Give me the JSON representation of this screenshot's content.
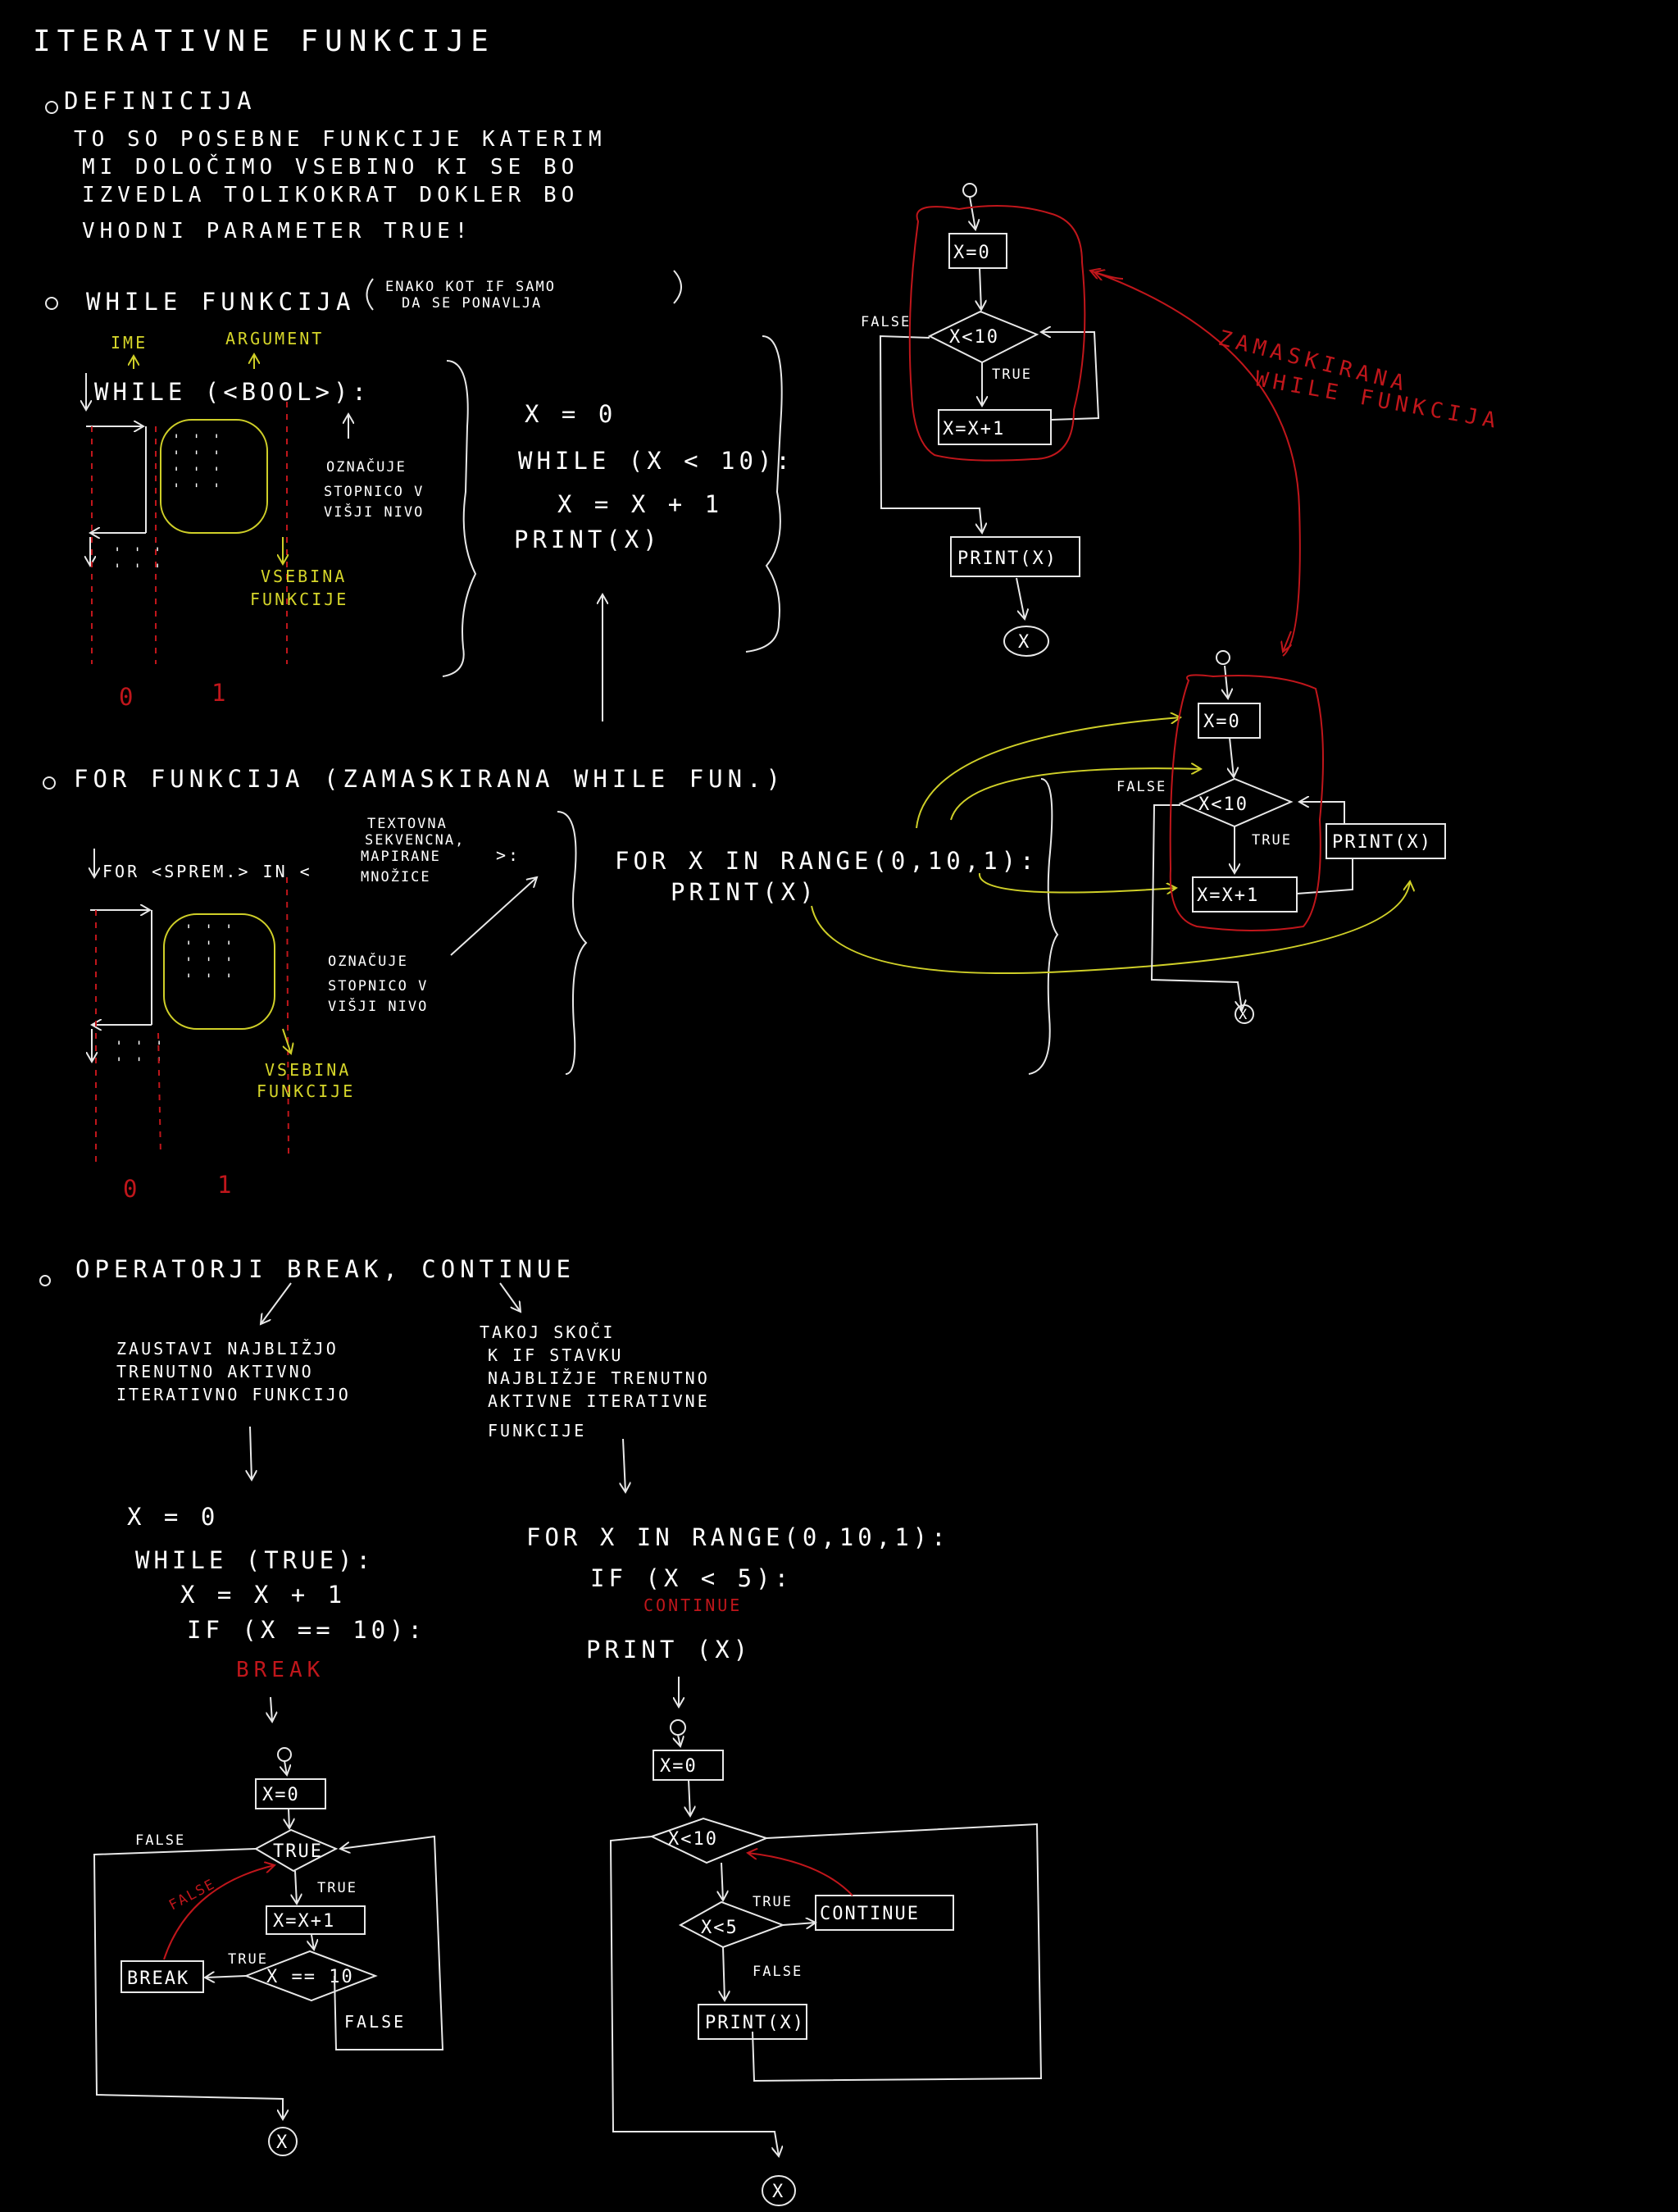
{
  "title": "ITERATIVNE FUNKCIJE",
  "definition": {
    "heading": "DEFINICIJA",
    "lines": [
      "TO SO POSEBNE FUNKCIJE KATERIM",
      "MI DOLOČIMO VSEBINO KI SE BO",
      "IZVEDLA TOLIKOKRAT DOKLER BO",
      "VHODNI PARAMETER TRUE!"
    ]
  },
  "while_section": {
    "heading": "WHILE FUNKCIJA",
    "note_line1": "ENAKO KOT IF SAMO",
    "note_line2": "DA SE PONAVLJA",
    "label_ime": "IME",
    "label_argument": "ARGUMENT",
    "syntax": "WHILE (<BOOL>):",
    "indent_line1": "OZNAČUJE",
    "indent_line2": "STOPNICO V",
    "indent_line3": "VIŠJI NIVO",
    "body_line1": "VSEBINA",
    "body_line2": "FUNKCIJE",
    "level_0": "0",
    "level_1": "1",
    "code": [
      "X = 0",
      "WHILE (X < 10):",
      "X = X + 1",
      "PRINT(X)"
    ]
  },
  "for_section": {
    "heading": "FOR FUNKCIJA (ZAMASKIRANA WHILE FUN.)",
    "syntax_start": "FOR <SPREM.> IN <",
    "iter_line1": "TEXTOVNA",
    "iter_line2": "SEKVENCNA,",
    "iter_line3": "MAPIRANE",
    "iter_line4": "MNOŽICE",
    "syntax_end": ">:",
    "indent_line1": "OZNAČUJE",
    "indent_line2": "STOPNICO V",
    "indent_line3": "VIŠJI NIVO",
    "body_line1": "VSEBINA",
    "body_line2": "FUNKCIJE",
    "level_0": "0",
    "level_1": "1",
    "code": [
      "FOR X IN RANGE(0,10,1):",
      "PRINT(X)"
    ]
  },
  "flow_while": {
    "init": "X=0",
    "cond": "X<10",
    "true": "TRUE",
    "false": "FALSE",
    "step": "X=X+1",
    "print": "PRINT(X)",
    "end": "X"
  },
  "masked_label": [
    "ZAMASKIRANA",
    "WHILE FUNKCIJA"
  ],
  "flow_for": {
    "init": "X=0",
    "cond": "X<10",
    "true": "TRUE",
    "false": "FALSE",
    "print": "PRINT(X)",
    "step": "X=X+1",
    "end": "X"
  },
  "operators": {
    "heading": "OPERATORJI BREAK, CONTINUE",
    "break_desc": [
      "ZAUSTAVI NAJBLIŽJO",
      "TRENUTNO AKTIVNO",
      "ITERATIVNO FUNKCIJO"
    ],
    "continue_desc": [
      "TAKOJ SKOČI",
      "K IF STAVKU",
      "NAJBLIŽJE TRENUTNO",
      "AKTIVNE ITERATIVNE",
      "FUNKCIJE"
    ],
    "break_code": [
      "X = 0",
      "WHILE (TRUE):",
      "X = X + 1",
      "IF (X == 10):",
      "BREAK"
    ],
    "continue_code": [
      "FOR X IN RANGE(0,10,1):",
      "IF (X < 5):",
      "CONTINUE",
      "PRINT (X)"
    ]
  },
  "flow_break": {
    "init": "X=0",
    "cond": "TRUE",
    "false_top": "FALSE",
    "true_label": "TRUE",
    "step": "X=X+1",
    "cond2": "X == 10",
    "true2": "TRUE",
    "break": "BREAK",
    "false2": "FALSE",
    "false_red": "FALSE",
    "end": "X"
  },
  "flow_continue": {
    "init": "X=0",
    "cond": "X<10",
    "cond2": "X<5",
    "true": "TRUE",
    "continue": "CONTINUE",
    "false": "FALSE",
    "print": "PRINT(X)",
    "end": "X"
  }
}
